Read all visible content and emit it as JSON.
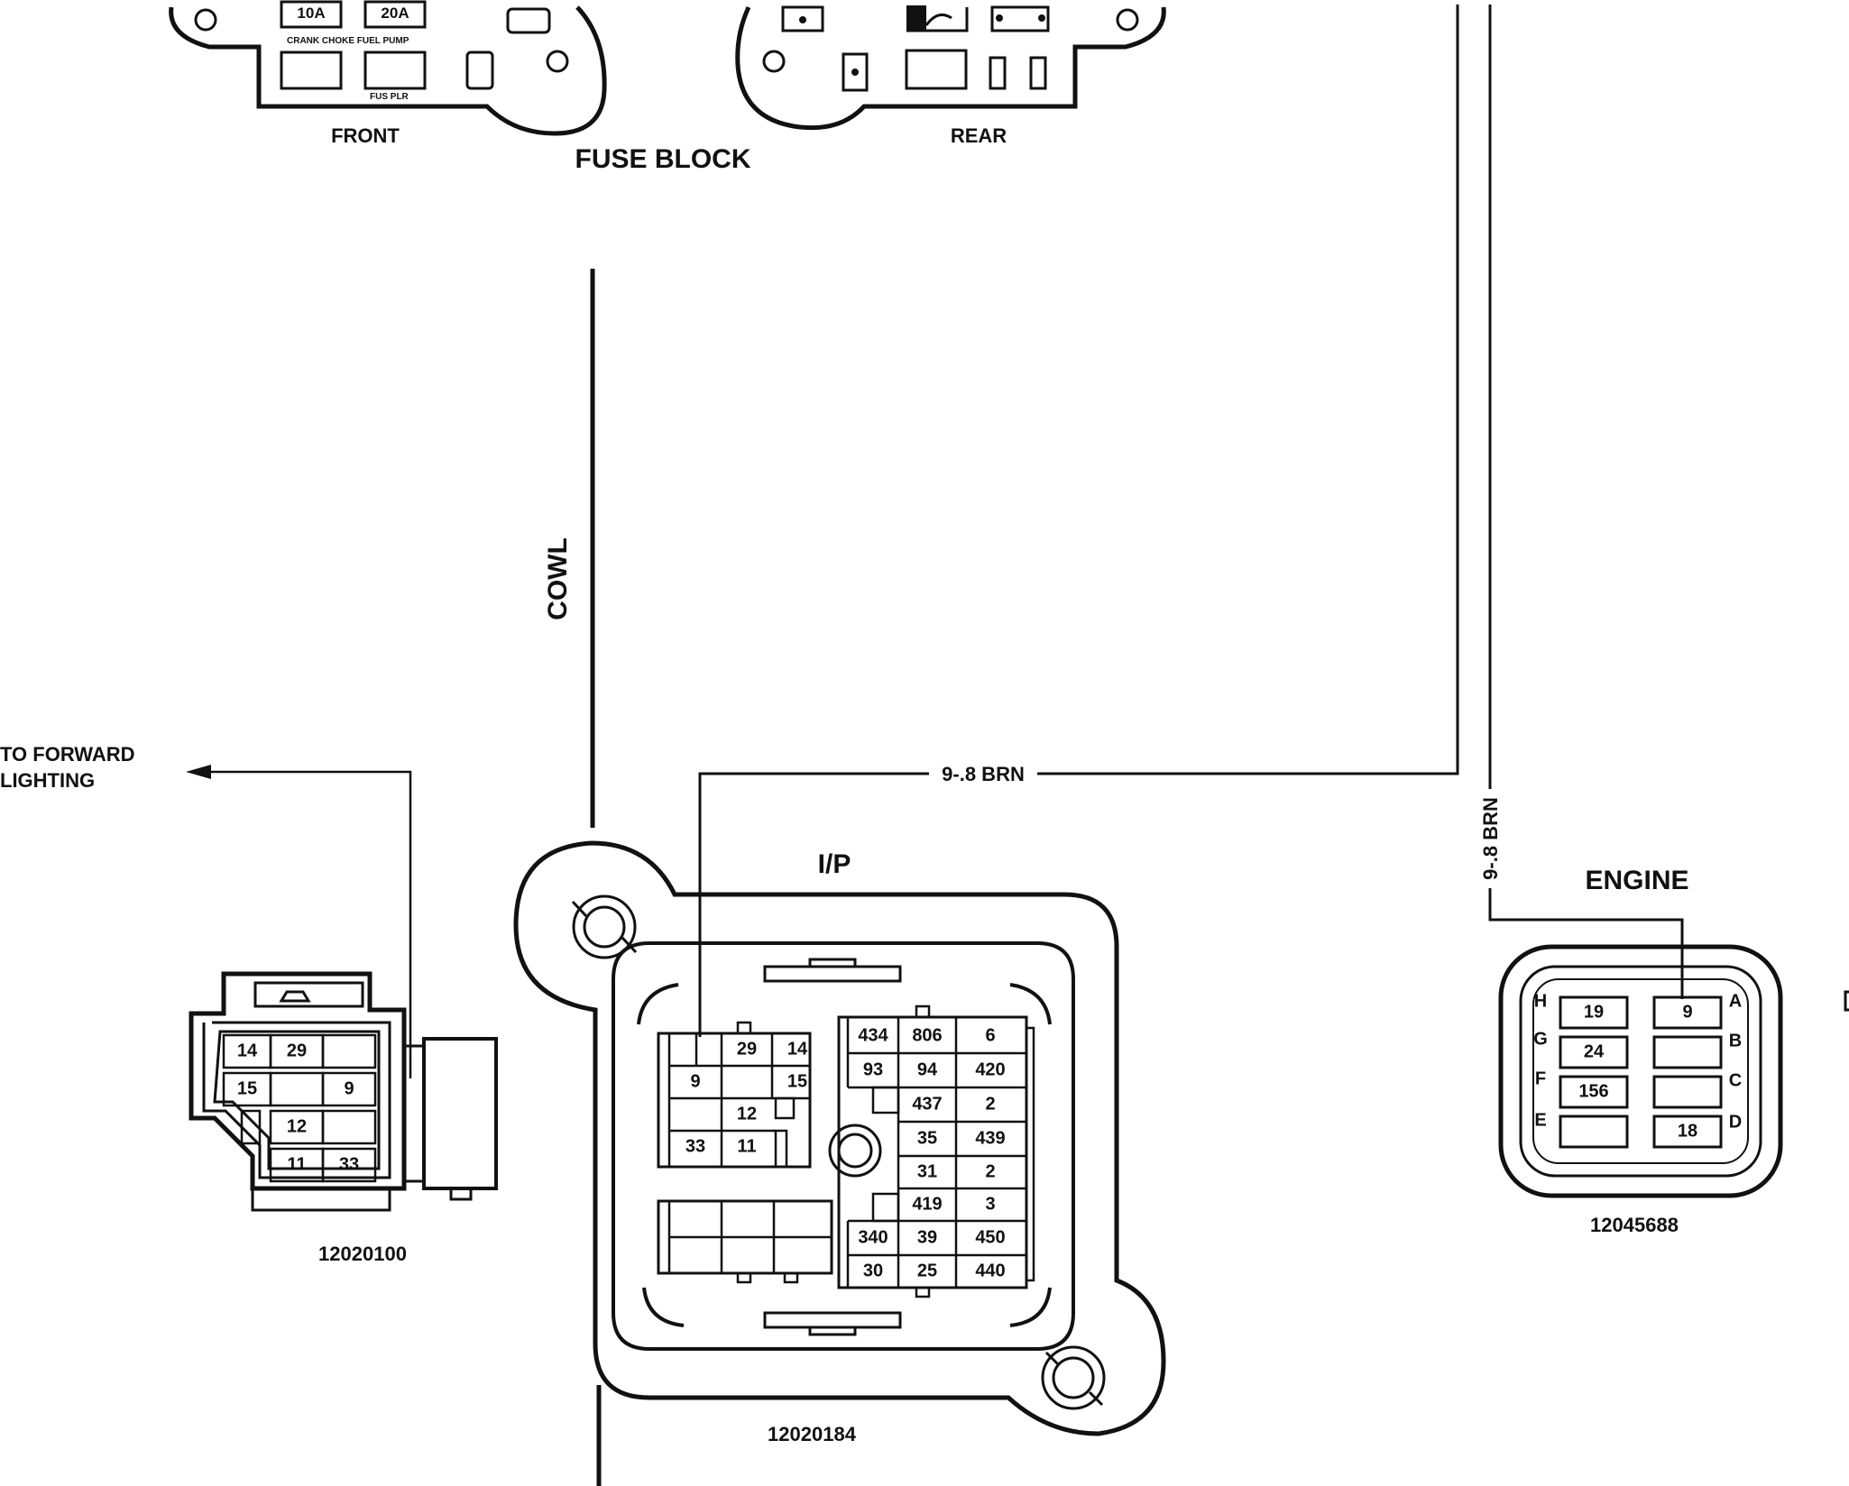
{
  "fuse_block": {
    "title": "FUSE BLOCK",
    "front_label": "FRONT",
    "rear_label": "REAR",
    "fuse_10a": "10A",
    "fuse_20a": "20A",
    "caption_top": "CRANK  CHOKE FUEL PUMP",
    "caption_bottom": "FUS PLR"
  },
  "cowl_label": "COWL",
  "ip_label": "I/P",
  "engine_label": "ENGINE",
  "wire_label_ip": "9-.8 BRN",
  "wire_label_engine": "9-.8 BRN",
  "forward_lighting": {
    "line1": "TO FORWARD",
    "line2": "LIGHTING"
  },
  "connector_left": {
    "part_number": "12020100",
    "pins": [
      "14",
      "29",
      "15",
      "9",
      "12",
      "11",
      "33"
    ]
  },
  "connector_ip": {
    "part_number": "12020184",
    "left_pins": [
      "29",
      "14",
      "9",
      "15",
      "12",
      "33",
      "11"
    ],
    "right_pins": [
      "434",
      "806",
      "6",
      "93",
      "94",
      "420",
      "437",
      "2",
      "35",
      "439",
      "31",
      "2",
      "419",
      "3",
      "340",
      "39",
      "450",
      "30",
      "25",
      "440"
    ]
  },
  "connector_engine": {
    "part_number": "12045688",
    "letters": [
      "H",
      "G",
      "F",
      "E",
      "A",
      "B",
      "C",
      "D"
    ],
    "pins": [
      "19",
      "24",
      "156",
      "9",
      "18"
    ]
  }
}
